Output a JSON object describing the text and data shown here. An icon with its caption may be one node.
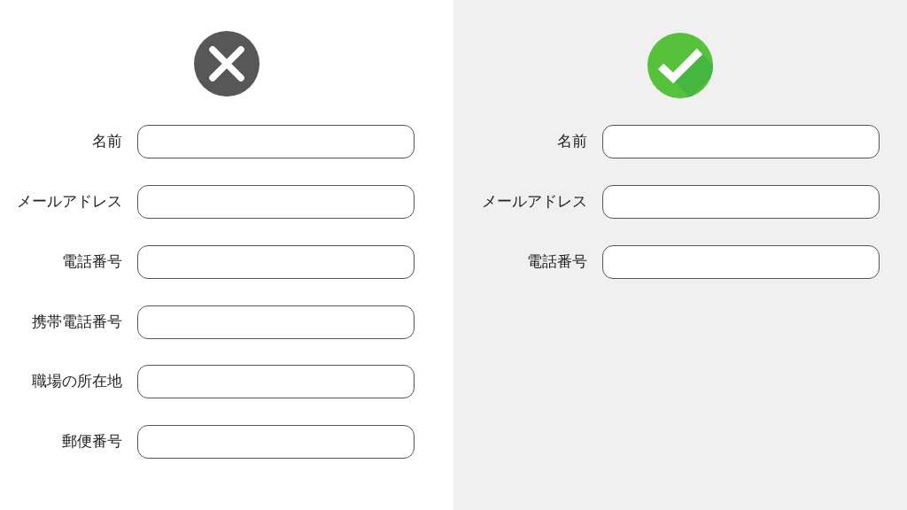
{
  "diagram": {
    "nodes": [
      {
        "text": [],
        "shape": "box",
        "beside": [
          "名前"
        ]
      },
      {
        "text": [],
        "shape": "box",
        "beside": [
          "メールアドレス"
        ]
      },
      {
        "text": [],
        "shape": "box",
        "beside": [
          "電話番号"
        ]
      },
      {
        "text": [],
        "shape": "box",
        "beside": [
          "携帯電話番号"
        ]
      },
      {
        "text": [],
        "shape": "box",
        "beside": [
          "職場の所在地"
        ]
      },
      {
        "text": [],
        "shape": "box",
        "beside": [
          "郵便番号"
        ]
      },
      {
        "text": [],
        "shape": "box",
        "beside": [
          "名前"
        ]
      },
      {
        "text": [],
        "shape": "box",
        "beside": [
          "メールアドレス"
        ]
      },
      {
        "text": [],
        "shape": "box",
        "beside": [
          "電話番号"
        ]
      }
    ]
  }
}
